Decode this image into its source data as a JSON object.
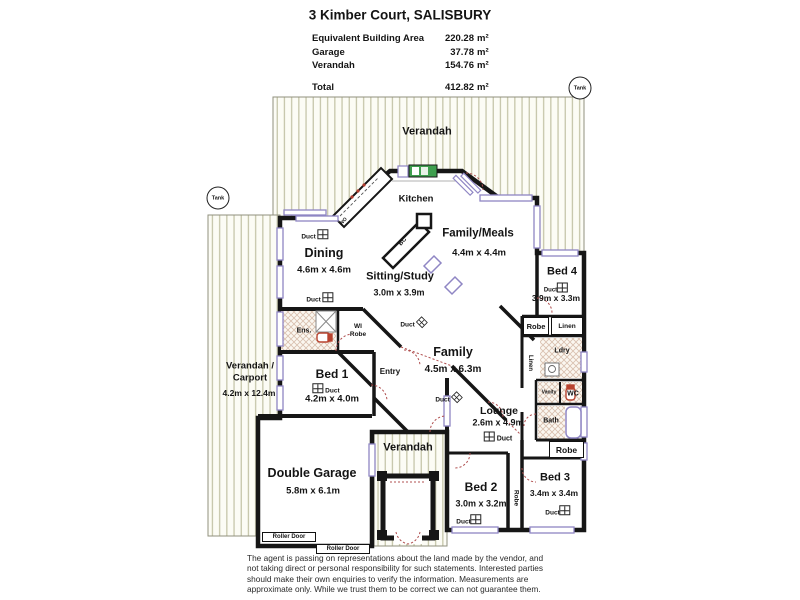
{
  "header": {
    "title": "3 Kimber Court, SALISBURY",
    "unit": "m²",
    "rows": [
      {
        "label": "Equivalent Building Area",
        "value": "220.28"
      },
      {
        "label": "Garage",
        "value": "37.78"
      },
      {
        "label": "Verandah",
        "value": "154.76"
      }
    ],
    "total": {
      "label": "Total",
      "value": "412.82"
    }
  },
  "plan": {
    "tank": "Tank",
    "verandah": "Verandah",
    "kitchen": "Kitchen",
    "dining": {
      "name": "Dining",
      "dims": "4.6m x 4.6m"
    },
    "family_meals": {
      "name": "Family/Meals",
      "dims": "4.4m x 4.4m"
    },
    "sitting_study": {
      "name": "Sitting/Study",
      "dims": "3.0m x 3.9m"
    },
    "bed4": {
      "name": "Bed 4",
      "dims": "3.9m x 3.3m"
    },
    "family": {
      "name": "Family",
      "dims": "4.5m x 6.3m"
    },
    "bed1": {
      "name": "Bed 1",
      "dims": "4.2m x 4.0m"
    },
    "lounge": {
      "name": "Lounge",
      "dims": "2.6m x 4.9m"
    },
    "bed2": {
      "name": "Bed 2",
      "dims": "3.0m x 3.2m"
    },
    "bed3": {
      "name": "Bed 3",
      "dims": "3.4m x 3.4m"
    },
    "garage": {
      "name": "Double Garage",
      "dims": "5.8m x 6.1m"
    },
    "verandah_carport": {
      "line1": "Verandah /",
      "line2": "Carport",
      "dims": "4.2m x 12.4m"
    },
    "entry": "Entry",
    "ens": "Ens.",
    "wi_robe_line1": "WI",
    "wi_robe_line2": "Robe",
    "ldry": "Ldry",
    "linen": "Linen",
    "vanity": "Vanity",
    "wc": "WC",
    "bath": "Bath",
    "robe": "Robe",
    "duct": "Duct",
    "roller_door": "Roller Door",
    "wo": "WO",
    "bc": "BC"
  },
  "disclaimer": {
    "lines": [
      "The agent is passing on representations about the land made by the vendor, and",
      "not taking direct or personal responsibility for such statements. Interested parties",
      "should make their own enquiries to verify the information. Measurements are",
      "approximate only. While we trust them to be correct we can not guarantee them."
    ]
  }
}
